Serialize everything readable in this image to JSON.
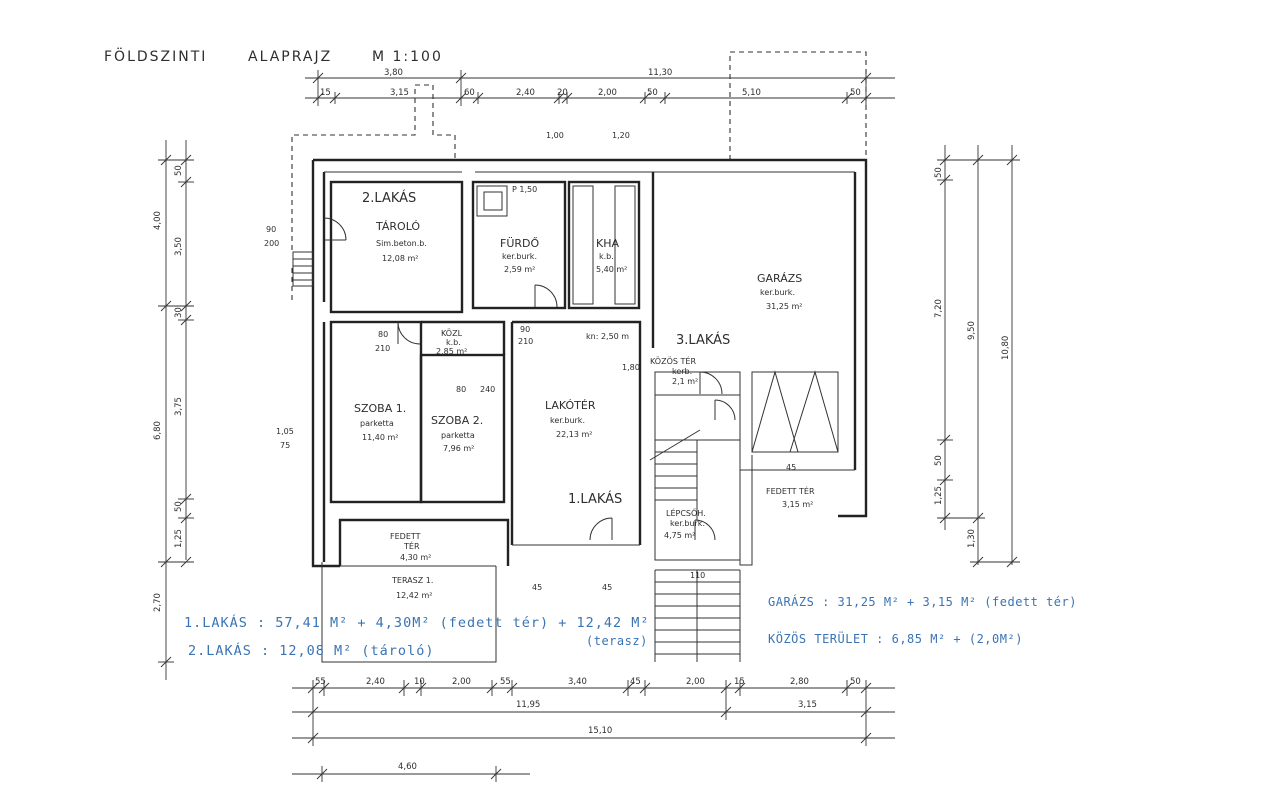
{
  "header": {
    "label_1": "FÖLDSZINTI",
    "label_2": "ALAPRAJZ",
    "scale": "M 1:100"
  },
  "rooms": {
    "lakas2": "2.LAKÁS",
    "tarolo": "TÁROLÓ",
    "tarolo_floor": "Sim.beton.b.",
    "tarolo_area": "12,08 m²",
    "furdo": "FÜRDŐ",
    "furdo_floor": "ker.burk.",
    "furdo_area": "2,59 m²",
    "wc_size": "P 1,50",
    "konyha": "KHA",
    "konyha_floor": "k.b.",
    "konyha_area": "5,40 m²",
    "garazs": "GARÁZS",
    "garazs_floor": "ker.burk.",
    "garazs_area": "31,25 m²",
    "lakas3": "3.LAKÁS",
    "kozl": "KÖZL",
    "kozl_floor": "k.b.",
    "kozl_area": "2,85 m²",
    "kozos_ter": "KÖZÖS TÉR",
    "kozos_ter_floor": "kerb.",
    "kozos_ter_area": "2,1 m²",
    "szoba1": "SZOBA 1.",
    "szoba1_floor": "parketta",
    "szoba1_area": "11,40 m²",
    "szoba2": "SZOBA 2.",
    "szoba2_floor": "parketta",
    "szoba2_area": "7,96 m²",
    "lakoter": "LAKÓTÉR",
    "lakoter_floor": "ker.burk.",
    "lakoter_area": "22,13 m²",
    "lakas1": "1.LAKÁS",
    "fedett_ter_right": "FEDETT TÉR",
    "fedett_ter_right_area": "3,15 m²",
    "lepcso": "LÉPCSŐH.",
    "lepcso_floor": "ker.burk.",
    "lepcso_area": "4,75 m²",
    "fedett_ter_left": "FEDETT",
    "fedett_ter_left_2": "TÉR",
    "fedett_ter_left_area": "4,30 m²",
    "terasz": "TERASZ 1.",
    "terasz_area": "12,42 m²",
    "door_note": "kn: 2,50 m"
  },
  "summary": {
    "lakas1": "1.LAKÁS :  57,41 M² + 4,30M² (fedett tér) + 12,42 M²",
    "lakas1_note": "(terasz)",
    "lakas2": "2.LAKÁS :  12,08 M²  (tároló)",
    "garazs": "GARÁZS :   31,25 M²  + 3,15 M² (fedett tér)",
    "kozos": "KÖZÖS TERÜLET :  6,85 M² + (2,0M²)"
  },
  "dimensions": {
    "top_outer": [
      "3,80",
      "11,30"
    ],
    "top_inner": [
      "15",
      "3,15",
      "60",
      "2,40",
      "20",
      "2,00",
      "50",
      "5,10",
      "50"
    ],
    "bottom_inner": [
      "55",
      "2,40",
      "10",
      "2,00",
      "55",
      "3,40",
      "45",
      "2,00",
      "15",
      "2,80",
      "50"
    ],
    "bottom_mid": [
      "11,95",
      "3,15"
    ],
    "bottom_total": "15,10",
    "bottom_extra": "4,60",
    "left": [
      "4,00",
      "50",
      "3,50",
      "30",
      "6,80",
      "3,75",
      "50",
      "1,25",
      "2,70"
    ],
    "right": [
      "50",
      "7,20",
      "9,50",
      "10,80",
      "50",
      "1,25",
      "1,30"
    ],
    "misc": [
      "90",
      "200",
      "80",
      "210",
      "90",
      "210",
      "80",
      "240",
      "1,05",
      "75",
      "45",
      "45",
      "110",
      "45",
      "1,80",
      "1,00",
      "1,20"
    ]
  }
}
